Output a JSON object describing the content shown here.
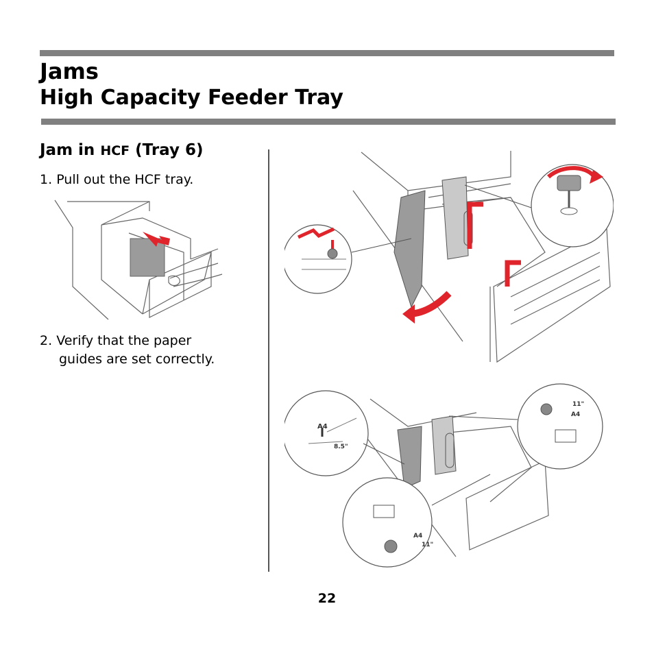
{
  "header": {
    "title": "Jams",
    "subtitle": "High Capacity Feeder Tray"
  },
  "section": {
    "heading_prefix": "Jam in ",
    "heading_abbrev": "HCF",
    "heading_suffix": " (Tray 6)"
  },
  "steps": [
    {
      "number": "1.",
      "text": "Pull out the HCF tray."
    },
    {
      "number": "2.",
      "line1": "Verify that the paper",
      "line2": "guides are set correctly."
    }
  ],
  "figures": {
    "callout_labels": {
      "a4": "A4",
      "size_8_5": "8.5\"",
      "size_11": "11\""
    }
  },
  "footer": {
    "page_number": "22"
  },
  "colors": {
    "rule": "#808080",
    "arrow_red": "#e0242b",
    "line_art": "#555555"
  }
}
